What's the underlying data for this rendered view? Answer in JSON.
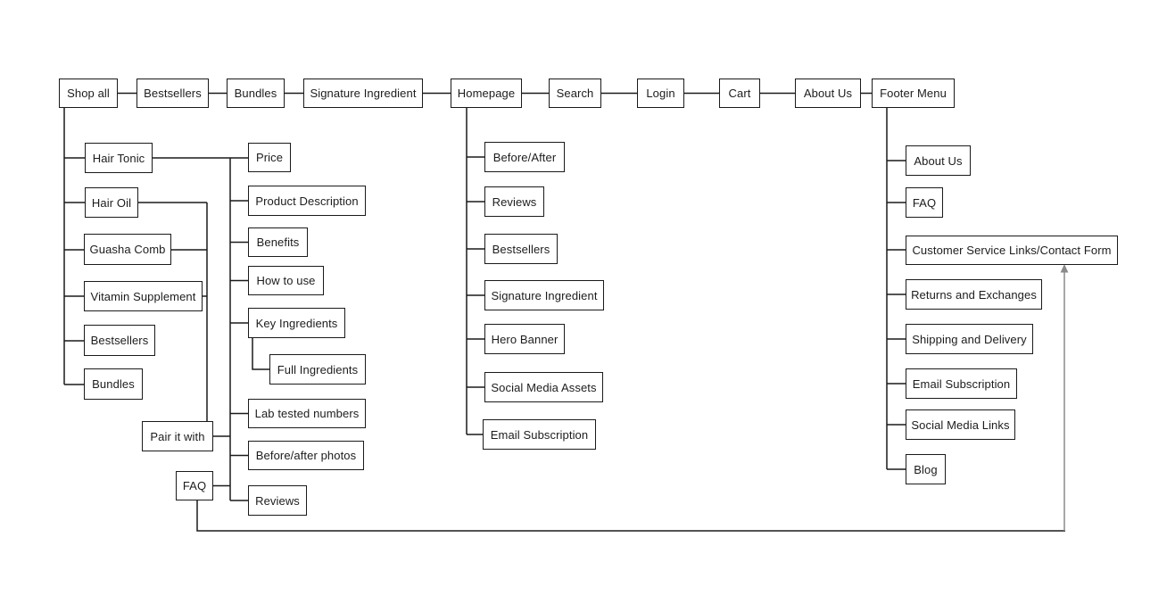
{
  "diagram_type": "website-sitemap-flowchart",
  "colors": {
    "background": "#ffffff",
    "box_fill": "#ffffff",
    "box_border": "#1a1a1a",
    "connector": "#1a1a1a",
    "arrow": "#8a8a8a",
    "text": "#1c1c1c"
  },
  "nodes": {
    "top": {
      "shop_all": "Shop all",
      "bestsellers": "Bestsellers",
      "bundles": "Bundles",
      "signature_ingredient": "Signature Ingredient",
      "homepage": "Homepage",
      "search": "Search",
      "login": "Login",
      "cart": "Cart",
      "about_us": "About Us",
      "footer_menu": "Footer Menu"
    },
    "shop": {
      "hair_tonic": "Hair Tonic",
      "hair_oil": "Hair Oil",
      "guasha_comb": "Guasha Comb",
      "vitamin_supplement": "Vitamin Supplement",
      "bestsellers": "Bestsellers",
      "bundles": "Bundles"
    },
    "product": {
      "price": "Price",
      "product_description": "Product Description",
      "benefits": "Benefits",
      "how_to_use": "How to use",
      "key_ingredients": "Key Ingredients",
      "full_ingredients": "Full Ingredients",
      "lab_tested_numbers": "Lab tested numbers",
      "before_after_photos": "Before/after photos",
      "reviews": "Reviews",
      "pair_it_with": "Pair it with",
      "faq": "FAQ"
    },
    "homepage": {
      "before_after": "Before/After",
      "reviews": "Reviews",
      "bestsellers": "Bestsellers",
      "signature_ingredient": "Signature Ingredient",
      "hero_banner": "Hero Banner",
      "social_media_assets": "Social Media Assets",
      "email_subscription": "Email Subscription"
    },
    "footer": {
      "about_us": "About Us",
      "faq": "FAQ",
      "customer_service": "Customer Service Links/Contact Form",
      "returns_exchanges": "Returns and Exchanges",
      "shipping_delivery": "Shipping and Delivery",
      "email_subscription": "Email Subscription",
      "social_media_links": "Social Media Links",
      "blog": "Blog"
    }
  }
}
